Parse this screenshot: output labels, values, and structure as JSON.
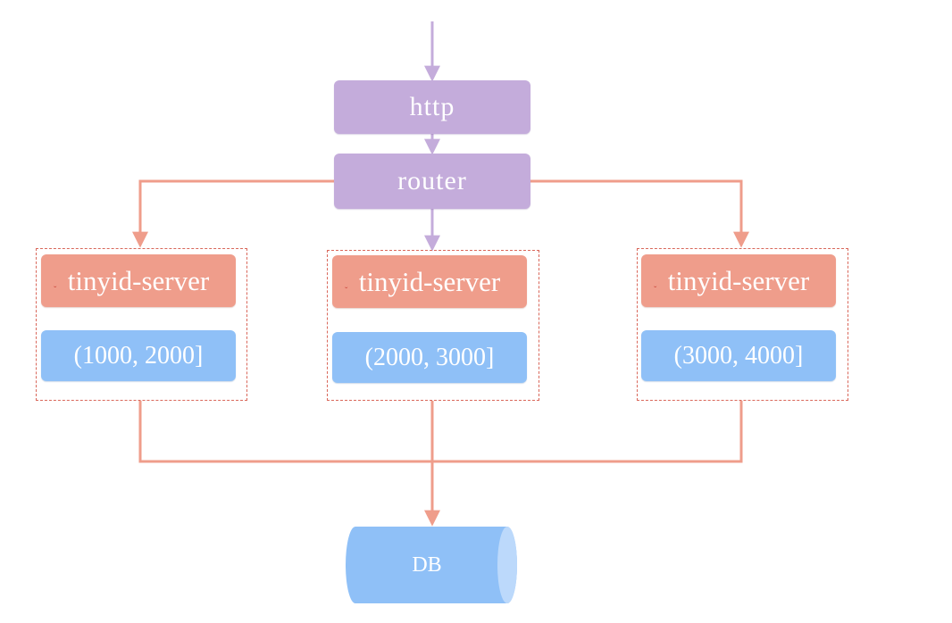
{
  "nodes": {
    "http": "http",
    "router": "router",
    "servers": [
      {
        "label": "tinyid-server",
        "range": "(1000, 2000]"
      },
      {
        "label": "tinyid-server",
        "range": "(2000, 3000]"
      },
      {
        "label": "tinyid-server",
        "range": "(3000, 4000]"
      }
    ],
    "db": "DB"
  },
  "colors": {
    "purple": "#c4acdb",
    "purple_arrow": "#c4acdb",
    "salmon": "#ef9d8b",
    "salmon_line": "#ef9d8b",
    "blue": "#8fc0f7",
    "dashed_border": "#d9675a"
  }
}
